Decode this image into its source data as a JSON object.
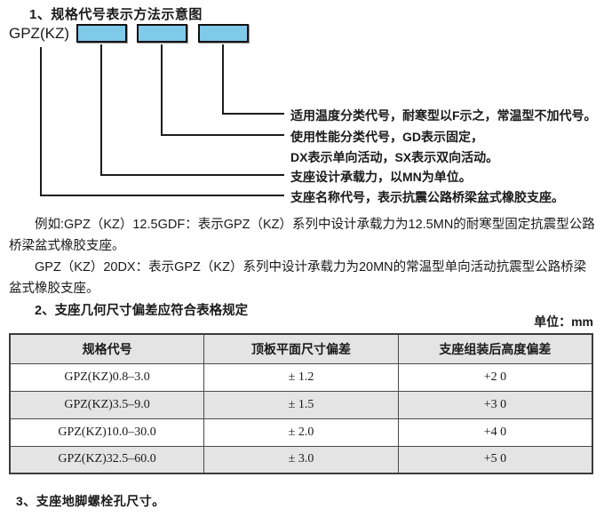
{
  "colors": {
    "spec_box_fill": "#7fc9e9",
    "spec_box_border": "#111111",
    "table_shaded_row": "#e4e4e4",
    "line_color": "#1c1c1c"
  },
  "sections": {
    "s1_title": "1、规格代号表示方法示意图",
    "s2_title": "2、支座几何尺寸偏差应符合表格规定",
    "s3_title": "3、支座地脚螺栓孔尺寸。"
  },
  "diagram": {
    "base_code": "GPZ(KZ)",
    "callout_temperature": "适用温度分类代号，耐寒型以F示之，常温型不加代号。",
    "callout_performance_line1": "使用性能分类代号，GD表示固定，",
    "callout_performance_line2": "DX表示单向活动，SX表示双向活动。",
    "callout_capacity": "支座设计承载力，以MN为单位。",
    "callout_name": "支座名称代号，表示抗震公路桥梁盆式橡胶支座。"
  },
  "examples": {
    "example1": "例如:GPZ（KZ）12.5GDF：表示GPZ（KZ）系列中设计承载力为12.5MN的耐寒型固定抗震型公路桥梁盆式橡胶支座。",
    "example2": "GPZ（KZ）20DX：表示GPZ（KZ）系列中设计承载力为20MN的常温型单向活动抗震型公路桥梁盆式橡胶支座。"
  },
  "table": {
    "unit_label": "单位：mm",
    "headers": [
      "规格代号",
      "顶板平面尺寸偏差",
      "支座组装后高度偏差"
    ],
    "rows": [
      [
        "GPZ(KZ)0.8–3.0",
        "± 1.2",
        "+2 0"
      ],
      [
        "GPZ(KZ)3.5–9.0",
        "± 1.5",
        "+3 0"
      ],
      [
        "GPZ(KZ)10.0–30.0",
        "± 2.0",
        "+4 0"
      ],
      [
        "GPZ(KZ)32.5–60.0",
        "± 3.0",
        "+5 0"
      ]
    ]
  }
}
